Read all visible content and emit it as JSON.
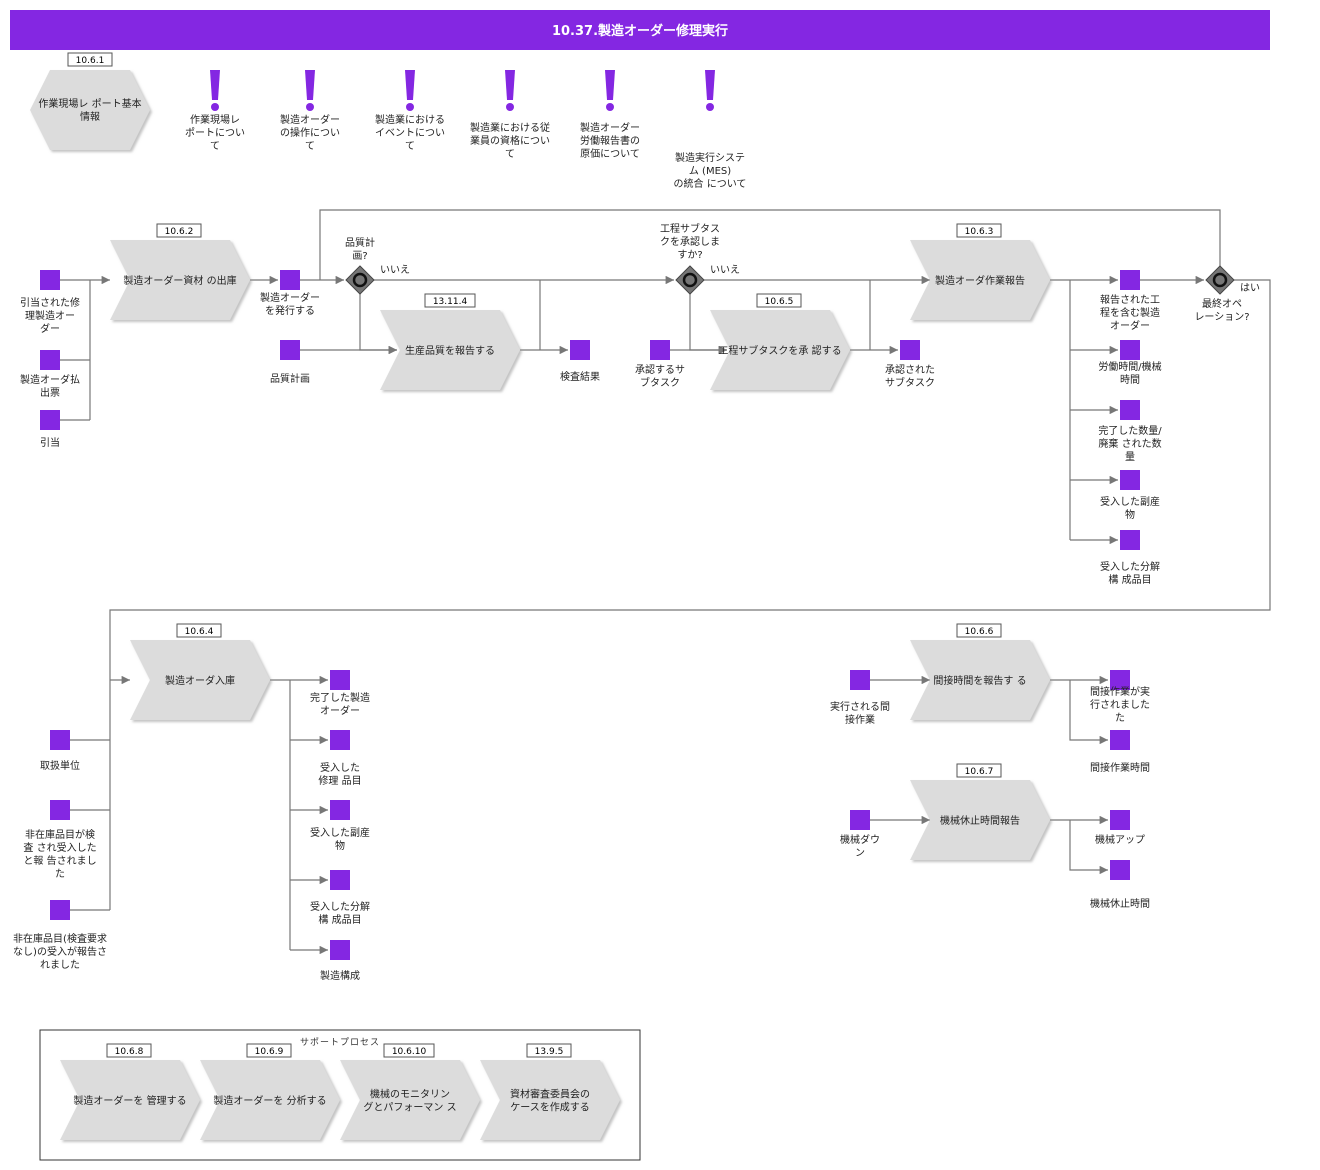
{
  "title": "10.37.製造オーダー修理実行",
  "colors": {
    "accent": "#8427e2",
    "shape": "#dcdcdc",
    "gateway": "#777777"
  },
  "hexagon": {
    "tag": "10.6.1",
    "lines": [
      "作業現場レ ポート基本",
      "情報"
    ]
  },
  "notes": [
    {
      "icon": "exclamation-icon",
      "lines": [
        "作業現場レ",
        "ポートについ",
        "て"
      ]
    },
    {
      "icon": "exclamation-icon",
      "lines": [
        "製造オーダー",
        "の操作につい",
        "て"
      ]
    },
    {
      "icon": "exclamation-icon",
      "lines": [
        "製造業における",
        "イベントについ",
        "て"
      ]
    },
    {
      "icon": "exclamation-icon",
      "lines": [
        "製造業における従",
        "業員の資格につい",
        "て"
      ]
    },
    {
      "icon": "exclamation-icon",
      "lines": [
        "製造オーダー",
        "労働報告書の",
        "原価について"
      ]
    },
    {
      "icon": "exclamation-icon",
      "lines": [
        "製造実行システ",
        "ム (MES)",
        "の統合 について"
      ]
    }
  ],
  "processes": [
    {
      "id": "p1",
      "tag": "10.6.2",
      "lines": [
        "製造オーダー資材 の出庫"
      ]
    },
    {
      "id": "p2",
      "tag": "13.11.4",
      "lines": [
        "生産品質を報告する"
      ]
    },
    {
      "id": "p3",
      "tag": "10.6.5",
      "lines": [
        "工程サブタスクを承 認する"
      ]
    },
    {
      "id": "p4",
      "tag": "10.6.3",
      "lines": [
        "製造オーダ作業報告"
      ]
    },
    {
      "id": "p5",
      "tag": "10.6.4",
      "lines": [
        "製造オーダ入庫"
      ]
    },
    {
      "id": "p6",
      "tag": "10.6.6",
      "lines": [
        "間接時間を報告す る"
      ]
    },
    {
      "id": "p7",
      "tag": "10.6.7",
      "lines": [
        "機械休止時間報告"
      ]
    }
  ],
  "gateways": [
    {
      "id": "g1",
      "question": [
        "品質計",
        "画?"
      ],
      "branch": "いいえ"
    },
    {
      "id": "g2",
      "question": [
        "工程サブタス",
        "クを承認しま",
        "すか?"
      ],
      "branch": "いいえ"
    },
    {
      "id": "g3",
      "question": [
        "最終オペ",
        "レーション?"
      ],
      "branch": "はい"
    }
  ],
  "objects": [
    {
      "id": "o1",
      "lines": [
        "引当された修",
        "理製造オー",
        "ダー"
      ]
    },
    {
      "id": "o2",
      "lines": [
        "製造オーダ払",
        "出票"
      ]
    },
    {
      "id": "o3",
      "lines": [
        "引当"
      ]
    },
    {
      "id": "o4",
      "lines": [
        "製造オーダー",
        "を発行する"
      ]
    },
    {
      "id": "o5",
      "lines": [
        "品質計画"
      ]
    },
    {
      "id": "o6",
      "lines": [
        "検査結果"
      ]
    },
    {
      "id": "o7",
      "lines": [
        "承認するサ",
        "ブタスク"
      ]
    },
    {
      "id": "o8",
      "lines": [
        "承認された",
        "サブタスク"
      ]
    },
    {
      "id": "o9",
      "lines": [
        "報告された工",
        "程を含む製造",
        "オーダー"
      ]
    },
    {
      "id": "o10",
      "lines": [
        "労働時間/機械",
        "時間"
      ]
    },
    {
      "id": "o11",
      "lines": [
        "完了した数量/",
        "廃棄 された数",
        "量"
      ]
    },
    {
      "id": "o12",
      "lines": [
        "受入した副産",
        "物"
      ]
    },
    {
      "id": "o13",
      "lines": [
        "受入した分解",
        "構 成品目"
      ]
    },
    {
      "id": "o14",
      "lines": [
        "取扱単位"
      ]
    },
    {
      "id": "o15",
      "lines": [
        "非在庫品目が検",
        "査 され受入した",
        "と報 告されまし",
        "た"
      ]
    },
    {
      "id": "o16",
      "lines": [
        "非在庫品目(検査要求",
        "なし)の受入が報告さ",
        "れました"
      ]
    },
    {
      "id": "o17",
      "lines": [
        "完了した製造",
        "オーダー"
      ]
    },
    {
      "id": "o18",
      "lines": [
        "受入した",
        "修理 品目"
      ]
    },
    {
      "id": "o19",
      "lines": [
        "受入した副産",
        "物"
      ]
    },
    {
      "id": "o20",
      "lines": [
        "受入した分解",
        "構 成品目"
      ]
    },
    {
      "id": "o21",
      "lines": [
        "製造構成"
      ]
    },
    {
      "id": "o22",
      "lines": [
        "実行される間",
        "接作業"
      ]
    },
    {
      "id": "o23",
      "lines": [
        "間接作業が実",
        "行されました",
        "た"
      ]
    },
    {
      "id": "o24",
      "lines": [
        "間接作業時間"
      ]
    },
    {
      "id": "o25",
      "lines": [
        "機械ダウ",
        "ン"
      ]
    },
    {
      "id": "o26",
      "lines": [
        "機械アップ"
      ]
    },
    {
      "id": "o27",
      "lines": [
        "機械休止時間"
      ]
    }
  ],
  "support": {
    "title": "サポートプロセス",
    "items": [
      {
        "tag": "10.6.8",
        "lines": [
          "製造オーダーを 管理する"
        ]
      },
      {
        "tag": "10.6.9",
        "lines": [
          "製造オーダーを 分析する"
        ]
      },
      {
        "tag": "10.6.10",
        "lines": [
          "機械のモニタリン",
          "グとパフォーマン ス"
        ]
      },
      {
        "tag": "13.9.5",
        "lines": [
          "資材審査委員会の",
          "ケースを作成する"
        ]
      }
    ]
  }
}
